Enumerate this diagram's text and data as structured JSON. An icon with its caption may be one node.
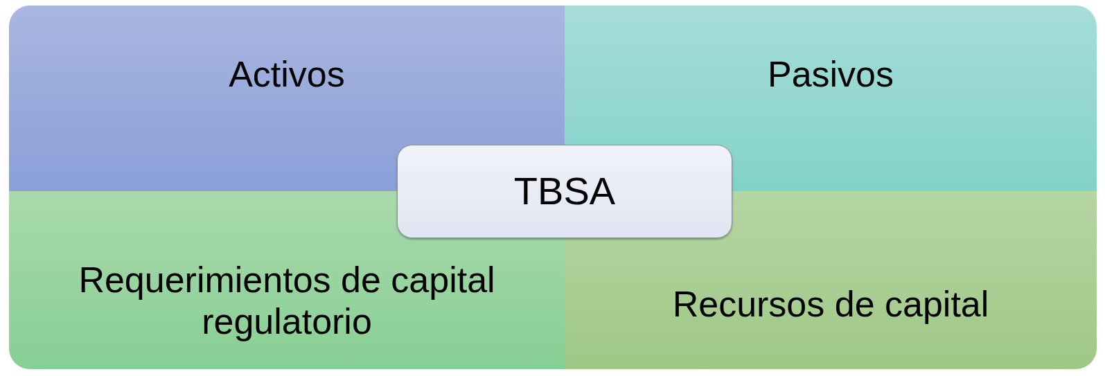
{
  "diagram": {
    "nodes": [
      {
        "text": [
          "Activos"
        ]
      },
      {
        "text": [
          "Pasivos"
        ]
      },
      {
        "text": [
          "Requerimientos de capital regulatorio"
        ]
      },
      {
        "text": [
          "Recursos de capital"
        ]
      },
      {
        "text": [
          "TBSA"
        ]
      }
    ]
  }
}
